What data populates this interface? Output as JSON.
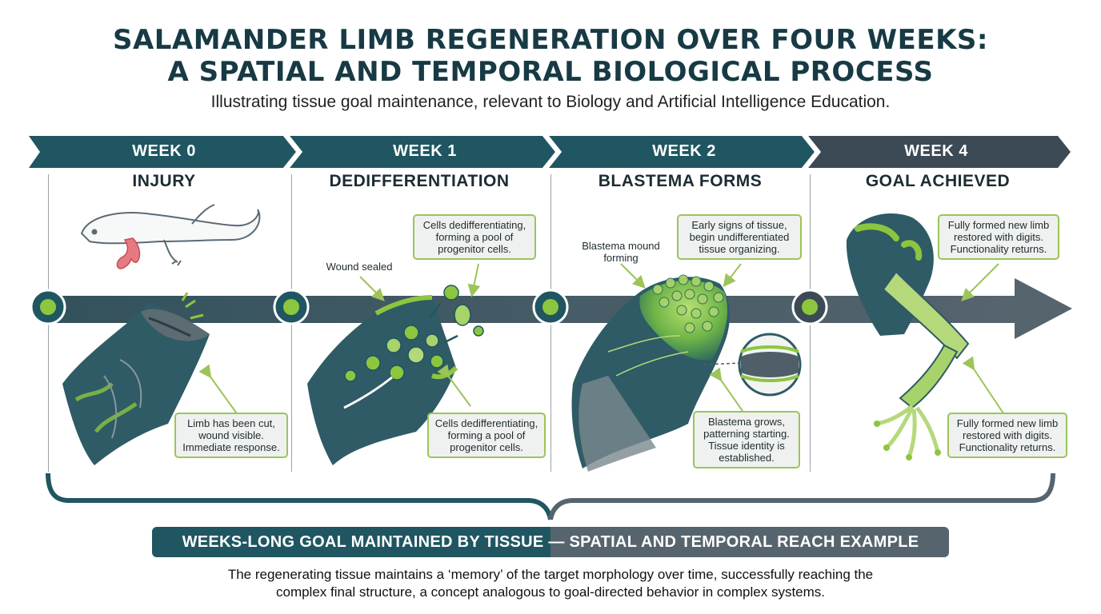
{
  "header": {
    "title_line1": "SALAMANDER LIMB REGENERATION OVER FOUR WEEKS:",
    "title_line2": "A SPATIAL AND TEMPORAL BIOLOGICAL PROCESS",
    "subtitle": "Illustrating tissue goal maintenance, relevant to Biology and Artificial Intelligence Education."
  },
  "weeks": [
    {
      "week": "WEEK 0",
      "stage": "INJURY"
    },
    {
      "week": "WEEK 1",
      "stage": "DEDIFFERENTIATION"
    },
    {
      "week": "WEEK 2",
      "stage": "BLASTEMA FORMS"
    },
    {
      "week": "WEEK 4",
      "stage": "GOAL ACHIEVED"
    }
  ],
  "annotations": {
    "w0_bottom": "Limb has been cut, wound visible. Immediate response.",
    "w1_top": "Cells dedifferentiating, forming a pool of progenitor cells.",
    "w1_wound": "Wound sealed",
    "w1_bottom": "Cells dedifferentiating, forming a pool of progenitor cells.",
    "w2_mound": "Blastema mound forming",
    "w2_top": "Early signs of tissue, begin undifferentiated tissue organizing.",
    "w2_bottom": "Blastema grows, patterning starting. Tissue identity is established.",
    "w4_top": "Fully formed new limb restored with digits. Functionality returns.",
    "w4_bottom": "Fully formed new limb restored with digits. Functionality returns."
  },
  "footer": {
    "banner": "WEEKS-LONG GOAL MAINTAINED BY TISSUE — SPATIAL AND TEMPORAL REACH EXAMPLE",
    "desc_line1": "The regenerating tissue maintains a ‘memory’ of the target morphology over time, successfully reaching the",
    "desc_line2": "complex final structure, a concept analogous to goal-directed behavior in complex systems."
  },
  "colors": {
    "dark_teal": "#1f5661",
    "slate": "#4f5e68",
    "accent_green": "#8cc63f",
    "wound_red": "#e04a55"
  }
}
